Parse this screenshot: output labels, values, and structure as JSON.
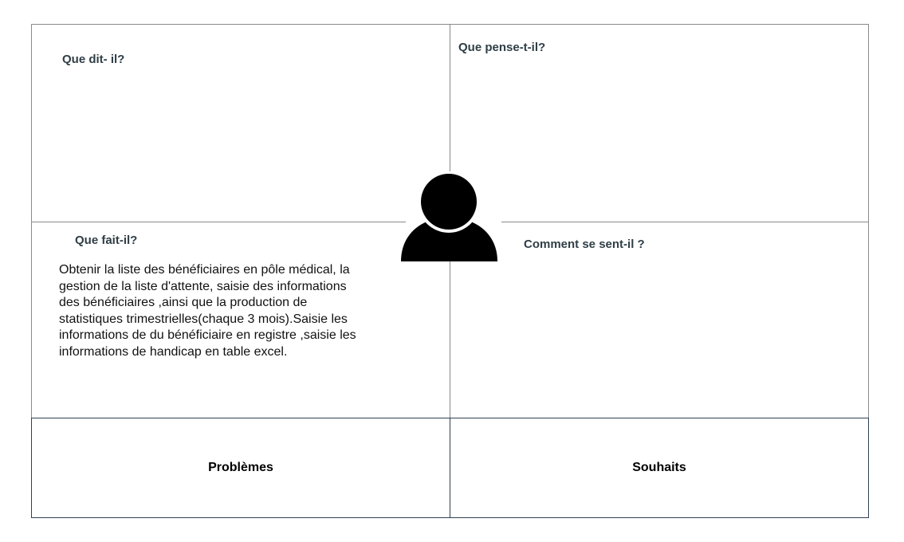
{
  "quadrants": {
    "dit": {
      "title": "Que dit- il?"
    },
    "pense": {
      "title": "Que pense-t-il?"
    },
    "fait": {
      "title": "Que fait-il?",
      "text": "Obtenir la liste des bénéficiaires en pôle médical, la\ngestion de la liste d'attente,  saisie des informations\ndes bénéficiaires ,ainsi que la production de\nstatistiques trimestrielles(chaque 3 mois).Saisie les\ninformations de du bénéficiaire en registre ,saisie les\ninformations de handicap en table excel."
    },
    "sent": {
      "title": "Comment se sent-il ?"
    }
  },
  "bottom": {
    "problemes": "Problèmes",
    "souhaits": "Souhaits"
  },
  "icons": {
    "center": "person-icon"
  },
  "colors": {
    "title": "#2f3e46",
    "border": "#8a8a8a",
    "bottom_border": "#2f4050",
    "icon": "#000000"
  }
}
